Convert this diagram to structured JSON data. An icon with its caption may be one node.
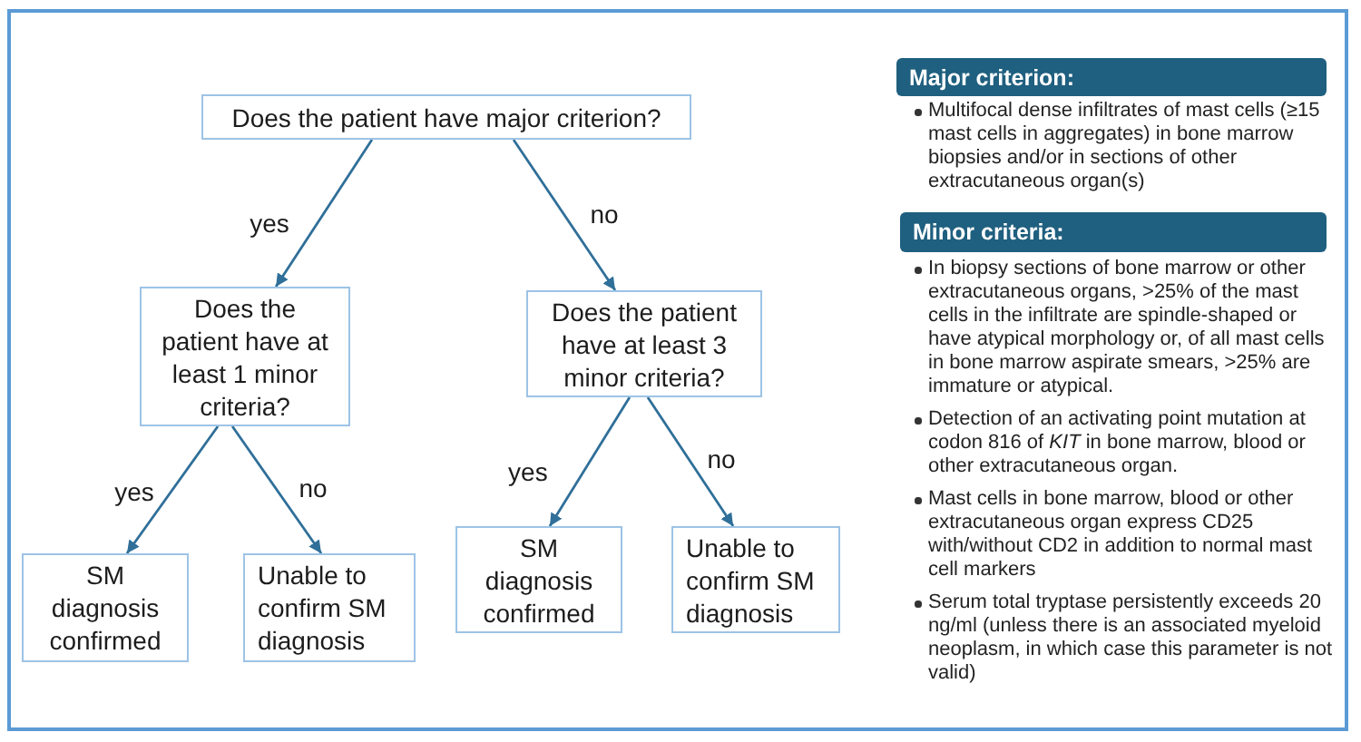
{
  "diagram": {
    "nodes": [
      {
        "text": [
          "Does the patient have major criterion?"
        ]
      },
      {
        "text": [
          "Does the patient have at least 1 minor criteria?"
        ]
      },
      {
        "text": [
          "Does the patient have at least 3 minor criteria?"
        ]
      },
      {
        "text": [
          "SM diagnosis confirmed"
        ]
      },
      {
        "text": [
          "Unable to confirm SM diagnosis"
        ]
      },
      {
        "text": [
          "SM diagnosis confirmed"
        ]
      },
      {
        "text": [
          "Unable to confirm SM diagnosis"
        ]
      },
      {
        "text": [
          "Major criterion:"
        ],
        "beside": [
          "Multifocal dense infiltrates of mast cells (≥15 mast cells in aggregates) in bone marrow biopsies and/or in sections of other extracutaneous organ(s)"
        ]
      },
      {
        "text": [
          "Minor criteria:"
        ],
        "beside": [
          "In biopsy sections of bone marrow or other extracutaneous organs, >25% of the mast cells in the infiltrate are spindle-shaped or have atypical morphology or, of all mast cells in bone marrow aspirate smears, >25% are immature or atypical.",
          "Detection of an activating point mutation at codon 816 of *KIT* in bone marrow, blood or other extracutaneous organ.",
          "Mast cells in bone marrow, blood or other extracutaneous organ express CD25 with/without CD2 in addition to normal mast cell markers",
          "Serum total tryptase persistently exceeds 20 ng/ml (unless there is an associated myeloid neoplasm, in which case this parameter is not valid)"
        ]
      }
    ],
    "edges": [
      {
        "from": 0,
        "to": 1,
        "arrow": "to",
        "label": "yes"
      },
      {
        "from": 0,
        "to": 2,
        "arrow": "to",
        "label": "no"
      },
      {
        "from": 1,
        "to": 3,
        "arrow": "to",
        "label": "yes"
      },
      {
        "from": 1,
        "to": 4,
        "arrow": "to",
        "label": "no"
      },
      {
        "from": 2,
        "to": 5,
        "arrow": "to",
        "label": "yes"
      },
      {
        "from": 2,
        "to": 6,
        "arrow": "to",
        "label": "no"
      }
    ]
  }
}
